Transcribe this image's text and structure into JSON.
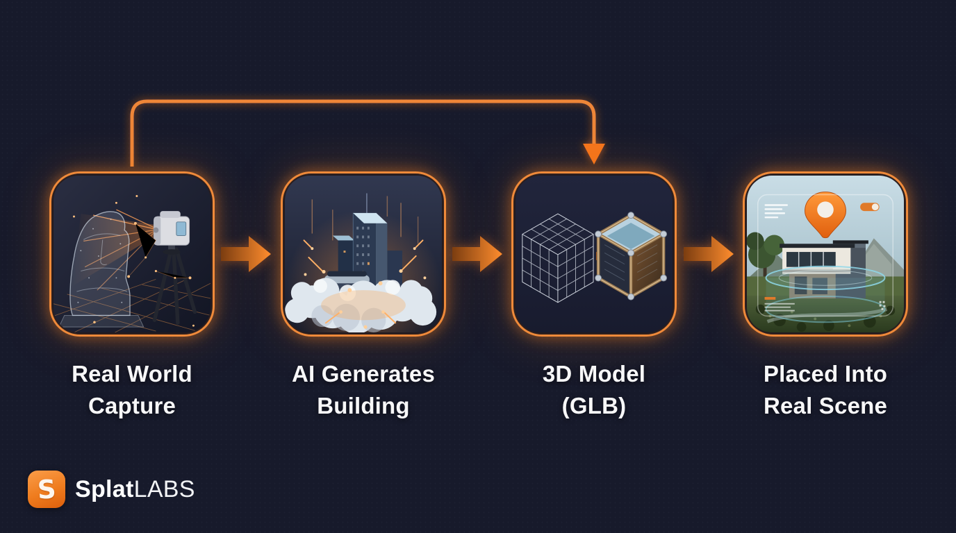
{
  "colors": {
    "background": "#171a2b",
    "accent_orange": "#f4801f",
    "border_orange": "#ef8a3a",
    "glow_orange": "#ff7a1a",
    "label_text": "#f7f7f8",
    "arrow_gradient_start": "#7c3d10",
    "arrow_gradient_end": "#ff8d2e"
  },
  "steps": [
    {
      "line1": "Real World",
      "line2": "Capture",
      "icon": "laser-scanner-statue-scene"
    },
    {
      "line1": "AI Generates",
      "line2": "Building",
      "icon": "ai-building-clouds-scene"
    },
    {
      "line1": "3D Model",
      "line2": "(GLB)",
      "icon": "wireframe-to-textured-cube-scene"
    },
    {
      "line1": "Placed Into",
      "line2": "Real Scene",
      "icon": "house-location-pin-scene"
    }
  ],
  "connectors": {
    "between_steps": "right-arrow",
    "bypass": "step1-top-to-step3-arrow"
  },
  "logo": {
    "mark": "S",
    "name_bold": "Splat",
    "name_light": "LABS"
  }
}
